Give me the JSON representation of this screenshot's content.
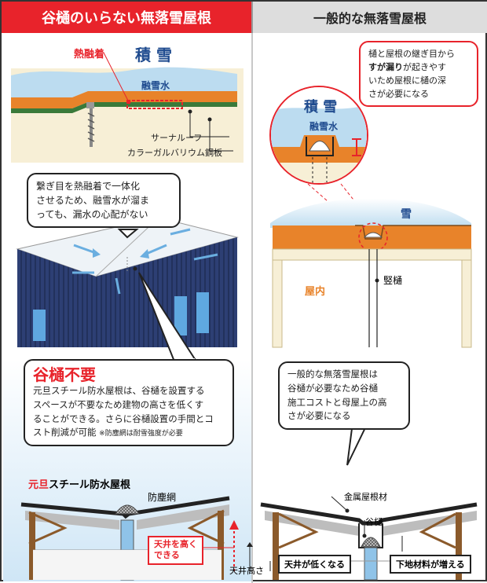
{
  "header": {
    "left_title": "谷樋のいらない無落雪屋根",
    "right_title": "一般的な無落雪屋根"
  },
  "left_top_diagram": {
    "snow": "積 雪",
    "weld": "熱融着",
    "meltwater": "融雪水",
    "layer_1": "サーナルーフ",
    "layer_2": "カラーガルバリウム鋼板"
  },
  "left_bubble_1": {
    "text_line_1": "繋ぎ目を熱融着で一体化",
    "text_line_2": "させるため、融雪水が溜ま",
    "text_line_3": "っても、漏水の心配がない"
  },
  "left_bubble_2": {
    "title": "谷樋不要",
    "line_1": "元旦スチール防水屋根は、谷樋を設置する",
    "line_2": "スペースが不要なため建物の高さを低くす",
    "line_3": "ることができる。さらに谷樋設置の手間とコ",
    "line_4": "スト削減が可能",
    "note": "※防塵網は耐雪強度が必要"
  },
  "left_bottom": {
    "product_brand": "元旦",
    "product_name": "スチール防水屋根",
    "dust_net": "防塵網",
    "raise_ceiling_line_1": "天井を高く",
    "raise_ceiling_line_2": "できる",
    "ceiling_height": "天井高さ"
  },
  "right_bubble_1": {
    "line_1": "樋と屋根の継ぎ目から",
    "line_2_pre": "",
    "line_2_bold": "すが漏り",
    "line_2_post": "が起きやす",
    "line_3": "いため屋根に樋の深",
    "line_4": "さが必要になる"
  },
  "right_zoom": {
    "snow": "積 雪",
    "meltwater": "融雪水"
  },
  "right_building": {
    "snow": "雪",
    "indoor": "屋内",
    "downpipe": "竪樋"
  },
  "right_bubble_2": {
    "line_1": "一般的な無落雪屋根は",
    "line_2": "谷樋が必要なため谷樋",
    "line_3": "施工コストと母屋上の高",
    "line_4": "さが必要になる"
  },
  "right_bottom": {
    "metal_roof": "金属屋根材",
    "valley_gutter": "谷樋",
    "ceiling_low": "天井が低くなる",
    "more_material": "下地材料が増える"
  },
  "colors": {
    "red": "#e8232b",
    "orange": "#e8832a",
    "snow_blue": "#bcdcf0",
    "dark_blue": "#1f4b8f",
    "wall_navy": "#2d3f74",
    "beige": "#f7efd6"
  }
}
